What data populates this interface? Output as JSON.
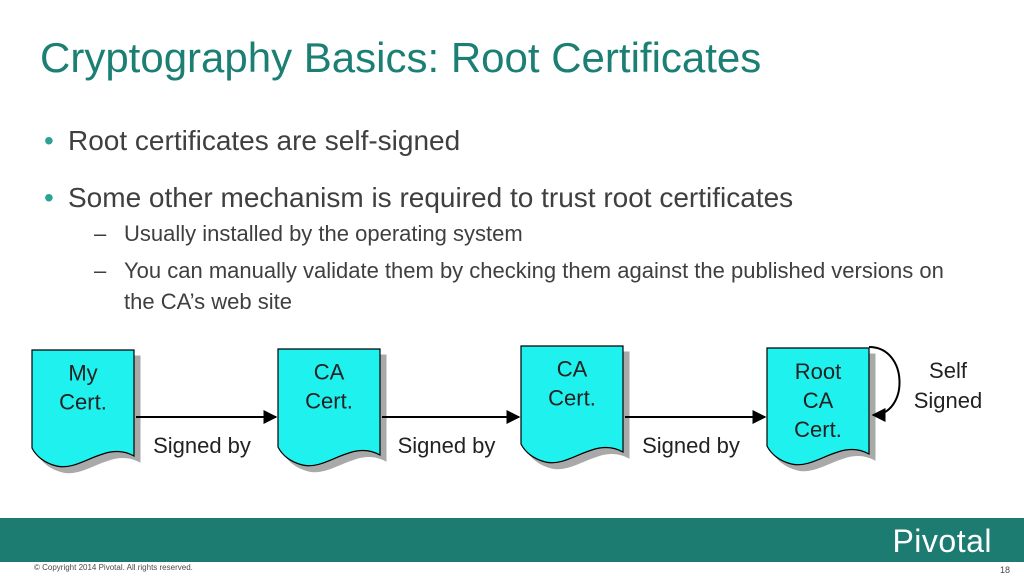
{
  "slide": {
    "title": "Cryptography Basics: Root Certificates",
    "bullets": [
      {
        "text": "Root certificates are self-signed"
      },
      {
        "text": "Some other mechanism is required to trust root certificates",
        "sub": [
          "Usually installed by the operating system",
          "You can manually validate them by checking them against the published versions on the CA’s web site"
        ]
      }
    ]
  },
  "diagram": {
    "boxes": [
      {
        "lines": [
          "My",
          "Cert."
        ]
      },
      {
        "lines": [
          "CA",
          "Cert."
        ]
      },
      {
        "lines": [
          "CA",
          "Cert."
        ]
      },
      {
        "lines": [
          "Root",
          "CA",
          "Cert."
        ]
      }
    ],
    "edges": [
      {
        "label": "Signed by"
      },
      {
        "label": "Signed by"
      },
      {
        "label": "Signed by"
      }
    ],
    "self_loop": {
      "lines": [
        "Self",
        "Signed"
      ]
    },
    "colors": {
      "box_fill": "#1ff1ee",
      "box_shadow": "#a9a9a9",
      "stroke": "#000000"
    }
  },
  "footer": {
    "logo": "Pivotal",
    "copyright": "© Copyright 2014 Pivotal. All rights reserved.",
    "page": "18",
    "bar_color": "#1c7c72"
  }
}
